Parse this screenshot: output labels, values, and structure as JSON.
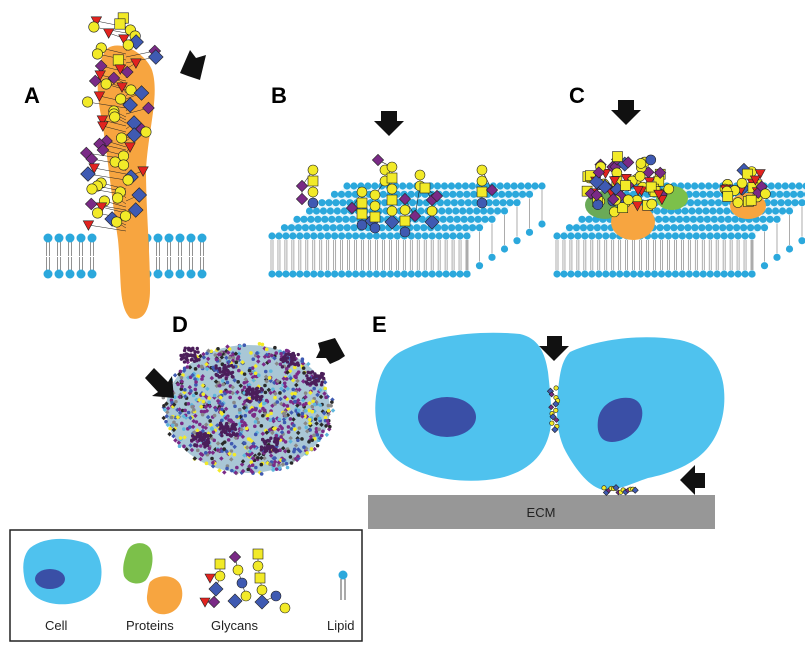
{
  "figure": {
    "panels": {
      "a": "A",
      "b": "B",
      "c": "C",
      "d": "D",
      "e": "E"
    },
    "ecm_label": "ECM",
    "legend": {
      "cell": "Cell",
      "proteins": "Proteins",
      "glycans": "Glycans",
      "lipid": "Lipid"
    },
    "colors": {
      "membrane_head": "#2ba8dc",
      "cell": "#4fc2ee",
      "nucleus": "#3a4fa6",
      "protein_orange": "#f7a540",
      "protein_green": "#7cc04a",
      "glycan_yellow": "#f2ea28",
      "glycan_blue": "#3f5ab2",
      "glycan_purple": "#7a2a86",
      "glycan_red": "#e2231f",
      "ecm": "#979797"
    }
  }
}
